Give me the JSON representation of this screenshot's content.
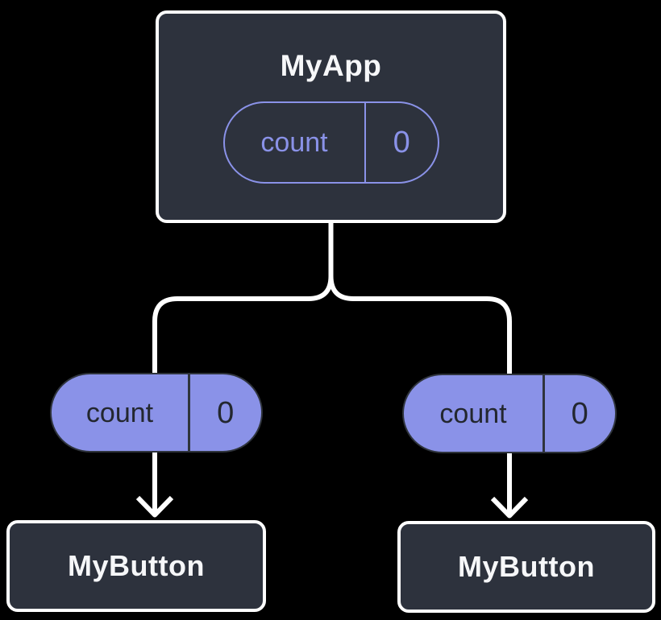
{
  "diagram": {
    "description": "React component tree showing state lifted to parent",
    "root": {
      "title": "MyApp",
      "state": {
        "label": "count",
        "value": "0"
      }
    },
    "children": [
      {
        "state": {
          "label": "count",
          "value": "0"
        },
        "component": "MyButton"
      },
      {
        "state": {
          "label": "count",
          "value": "0"
        },
        "component": "MyButton"
      }
    ],
    "colors": {
      "background": "#000000",
      "card_fill": "#2d323d",
      "card_border": "#ffffff",
      "accent": "#8a92e8",
      "pill_dark_text": "#23272f",
      "pill_dark_border": "#2f343c",
      "title_text": "#f6f7f9",
      "connector": "#ffffff"
    }
  }
}
